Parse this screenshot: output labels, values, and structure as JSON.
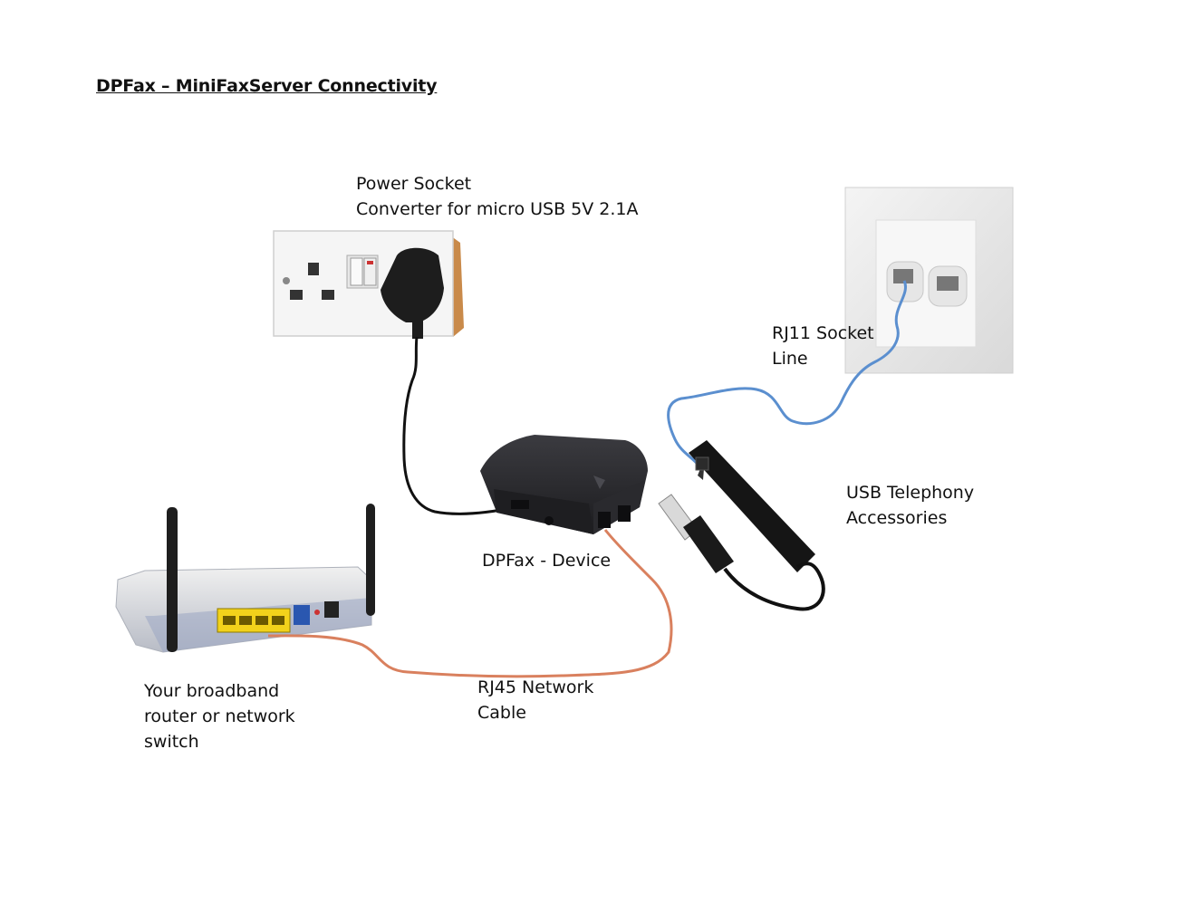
{
  "title": "DPFax – MiniFaxServer Connectivity",
  "labels": {
    "power": [
      "Power Socket",
      "Converter for micro USB 5V 2.1A"
    ],
    "rj11": [
      "RJ11 Socket",
      "Line"
    ],
    "usb": [
      "USB Telephony",
      "Accessories"
    ],
    "device": [
      "DPFax - Device"
    ],
    "router": [
      "Your broadband",
      "router or network",
      "switch"
    ],
    "rj45": [
      "RJ45 Network",
      "Cable"
    ]
  },
  "colors": {
    "power_cable": "#111111",
    "phone_cable": "#5b8fcf",
    "network_cable": "#d9805e",
    "router_ports": "#f2d21b",
    "device_case": "#2b2b2f"
  }
}
